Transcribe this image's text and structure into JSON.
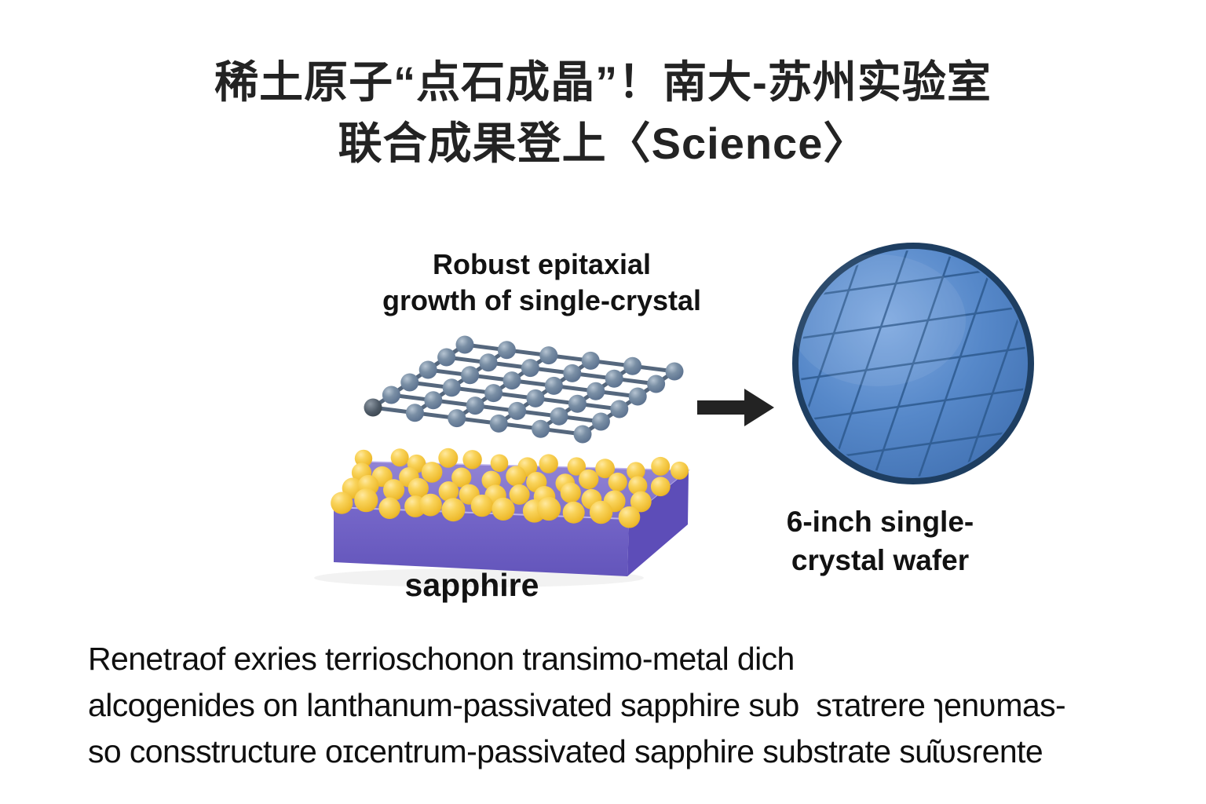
{
  "title": {
    "line1": "稀土原子“点石成晶”！南大-苏州实验室",
    "line2": "联合成果登上〈Science〉"
  },
  "figure": {
    "epitaxial_label": {
      "line1": "Robust epitaxial",
      "line2": "growth of single-crystal"
    },
    "substrate_label": "sapphire",
    "wafer_label": {
      "line1": "6-inch single-",
      "line2": "crystal wafer"
    },
    "arrow_icon": "right-arrow-icon",
    "lattice": {
      "rows": 6,
      "cols": 6,
      "atom_icon": "atom-sphere-icon"
    },
    "adatoms": {
      "rows": 4,
      "cols": 13,
      "atom_icon": "gold-adatom-icon"
    },
    "colors": {
      "atom_body": "#5d7390",
      "atom_light": "#b6c4d2",
      "atom_mid": "#7a8fa5",
      "atom_dark_edge": "#3f5168",
      "atom_corner_dark": "#2f3942",
      "bond": "#55677d",
      "adatom_light": "#ffe9a0",
      "adatom_body": "#f4c53d",
      "adatom_mid": "#eebb2e",
      "adatom_edge": "#d1981c",
      "slab_top_light": "#9183d4",
      "slab_top": "#7e6fca",
      "slab_front": "#7667c9",
      "slab_front_dark": "#6355bb",
      "slab_side": "#5d4db8",
      "slab_edge_highlight": "#c0b6ef",
      "wafer_face_light": "#7fa9e0",
      "wafer_face": "#5688c9",
      "wafer_face_dark": "#3a669f",
      "wafer_rim": "#1e3e61",
      "wafer_grid": "#2d5a8f",
      "arrow": "#232323"
    }
  },
  "caption": {
    "line1": "Renetraof exries terrioschonon transimo-metal dich",
    "line2": "alcogenides on lanthanum-passivated sapphire sub  sτatrere ɿenʋmas-",
    "line3": "so consstructure oɪcentrum-passivated sapphire substrate suɩ̃ʋsɾente"
  }
}
